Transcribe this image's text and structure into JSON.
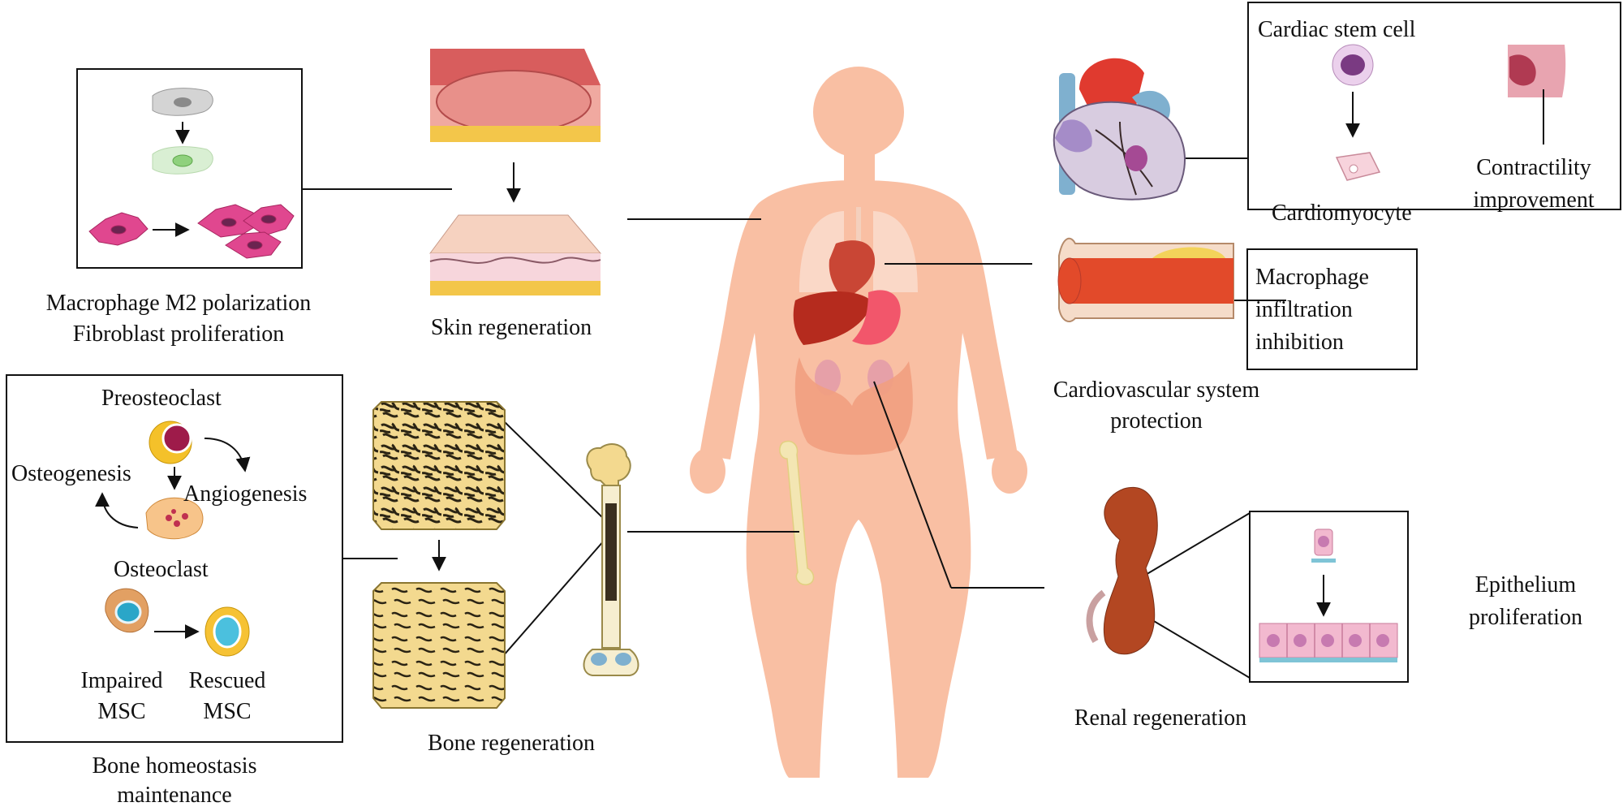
{
  "labels": {
    "macrophage_m2": "Macrophage  M2 polarization",
    "fibroblast_prolif": "Fibroblast proliferation",
    "skin_regen": "Skin regeneration",
    "preosteoclast": "Preosteoclast",
    "osteogenesis": "Osteogenesis",
    "angiogenesis": "Angiogenesis",
    "osteoclast": "Osteoclast",
    "impaired": "Impaired",
    "impaired_msc": "MSC",
    "rescued": "Rescued",
    "rescued_msc": "MSC",
    "bone_homeo_1": "Bone homeostasis",
    "bone_homeo_2": "maintenance",
    "bone_regen": "Bone regeneration",
    "cardiac_stem_cell": "Cardiac  stem cell",
    "cardiomyocyte": "Cardiomyocyte",
    "contractility": "Contractility",
    "improvement": "improvement",
    "mac_infil_1": "Macrophage",
    "mac_infil_2": "infiltration",
    "mac_infil_3": "inhibition",
    "cardio_prot_1": "Cardiovascular  system",
    "cardio_prot_2": "protection",
    "renal_regen": "Renal regeneration",
    "epithelium_1": "Epithelium",
    "epithelium_2": "proliferation"
  },
  "colors": {
    "body_skin": "#f9bfa3",
    "fibroblast": "#e0478f",
    "bone_matrix": "#f5dca0",
    "kidney": "#b34722",
    "heart_red": "#e03a2f",
    "heart_blue": "#7fb0cf",
    "epithelial_cell": "#f2b9cf"
  }
}
